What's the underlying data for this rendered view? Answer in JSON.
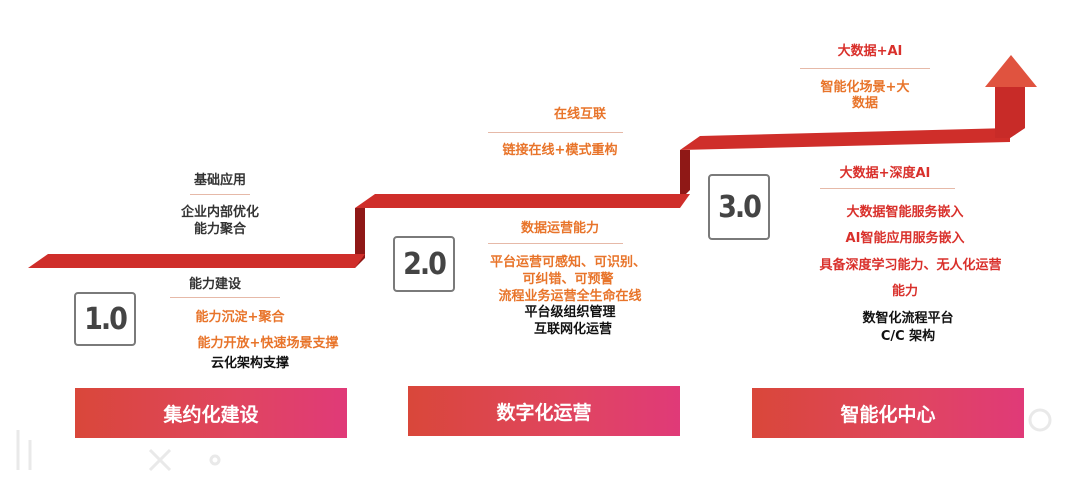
{
  "badges": {
    "b1": "1.0",
    "b2": "2.0",
    "b3": "3.0"
  },
  "stages": {
    "s1": "集约化建设",
    "s2": "数字化运营",
    "s3": "智能化中心"
  },
  "stage1": {
    "top_title": "基础应用",
    "top_lines": [
      "企业内部优化",
      "能力聚合"
    ],
    "sub_title": "能力建设",
    "orange_lines": [
      "能力沉淀+聚合",
      "能力开放+快速场景支撑"
    ],
    "black_line": "云化架构支撑"
  },
  "stage2": {
    "top_title": "在线互联",
    "top_line": "链接在线+模式重构",
    "sub_title": "数据运营能力",
    "orange_lines": [
      "平台运营可感知、可识别、",
      "可纠错、可预警",
      "流程业务运营全生命在线"
    ],
    "black_lines": [
      "平台级组织管理",
      "互联网化运营"
    ]
  },
  "stage3": {
    "top_title": "大数据+AI",
    "top_lines": [
      "智能化场景+大",
      "数据"
    ],
    "sub_title": "大数据+深度AI",
    "red_lines": [
      "大数据智能服务嵌入",
      "AI智能应用服务嵌入",
      "具备深度学习能力、无人化运营",
      "能力"
    ],
    "black_lines": [
      "数智化流程平台",
      "C/C 架构"
    ]
  },
  "colors": {
    "ribbon": "#cf2e2a",
    "ribbon_dark": "#9e1c1a",
    "arrow": "#e0533f",
    "orange": "#e8742a",
    "red": "#d9302b"
  }
}
